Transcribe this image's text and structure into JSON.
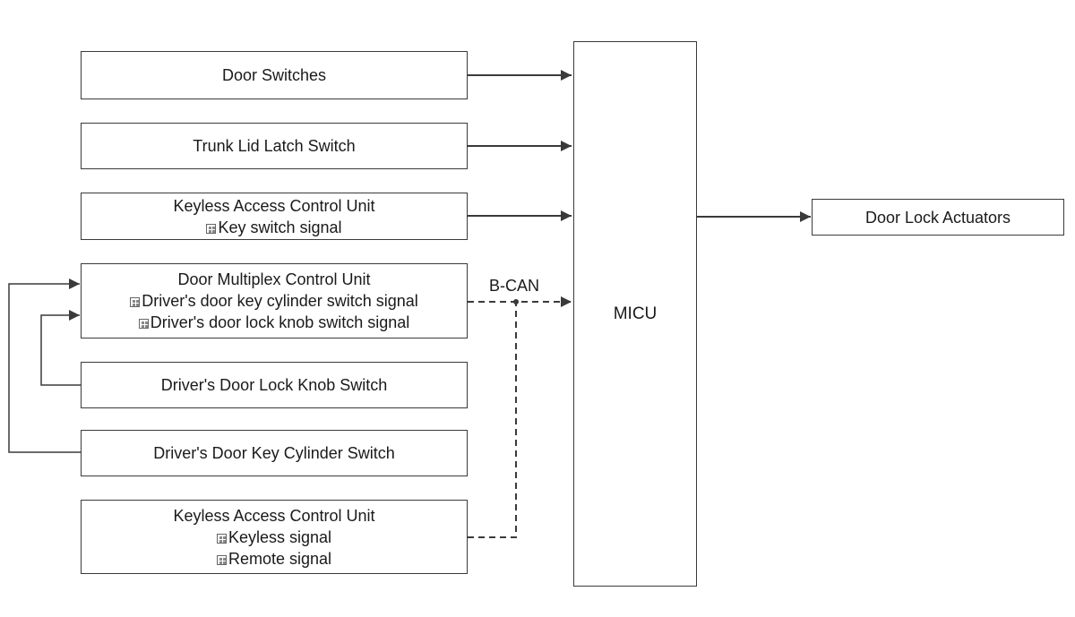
{
  "diagram": {
    "boxes": {
      "door_switches": {
        "lines": [
          "Door Switches"
        ]
      },
      "trunk_lid": {
        "lines": [
          "Trunk Lid Latch Switch"
        ]
      },
      "keyless_1": {
        "title": "Keyless Access Control Unit",
        "signals": [
          "Key switch signal"
        ]
      },
      "door_multiplex": {
        "title": "Door Multiplex Control Unit",
        "signals": [
          "Driver's door key cylinder switch signal",
          "Driver's door lock knob switch signal"
        ]
      },
      "lock_knob": {
        "lines": [
          "Driver's Door Lock Knob Switch"
        ]
      },
      "key_cylinder": {
        "lines": [
          "Driver's Door Key Cylinder Switch"
        ]
      },
      "keyless_2": {
        "title": "Keyless Access Control Unit",
        "signals": [
          "Keyless signal",
          "Remote signal"
        ]
      },
      "micu": {
        "label": "MICU"
      },
      "door_lock_actuators": {
        "lines": [
          "Door Lock Actuators"
        ]
      }
    },
    "bus_label": "B-CAN",
    "colors": {
      "line": "#3a3a3a",
      "text": "#1a1a1a",
      "background": "#ffffff"
    }
  }
}
